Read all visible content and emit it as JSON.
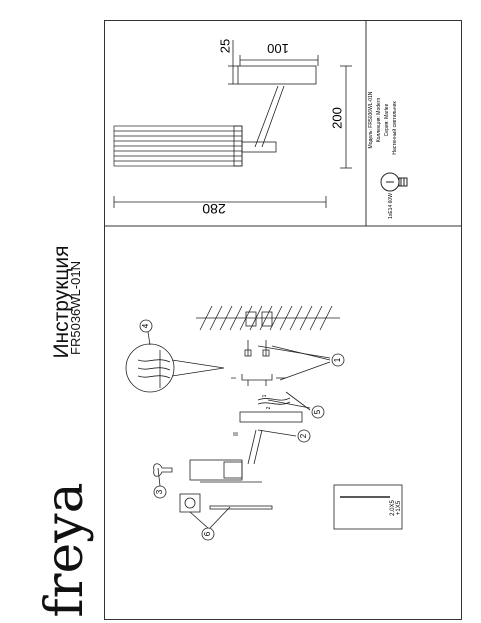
{
  "brand": "freya",
  "document": {
    "title": "Инструкция",
    "model_code": "FR5036WL-01N"
  },
  "dimensions": {
    "d280": "280",
    "d100": "100",
    "d25": "25",
    "d200": "200"
  },
  "spec": {
    "model_label": "Модель:",
    "model_value": "FR5036WL-01N",
    "collection_label": "Коллекция:",
    "collection_value": "Modern",
    "series_label": "Серия:",
    "series_value": "Marlee",
    "type_value": "Настенный светильник",
    "lamp": "1xE14 60W"
  },
  "callouts": [
    "1",
    "2",
    "3",
    "4",
    "5",
    "6"
  ],
  "marks": {
    "i": "I",
    "ii": "II"
  },
  "wire_labels": [
    "1",
    "2"
  ],
  "box_labels": {
    "line1": "2.0X5",
    "line2": "+1X5"
  }
}
